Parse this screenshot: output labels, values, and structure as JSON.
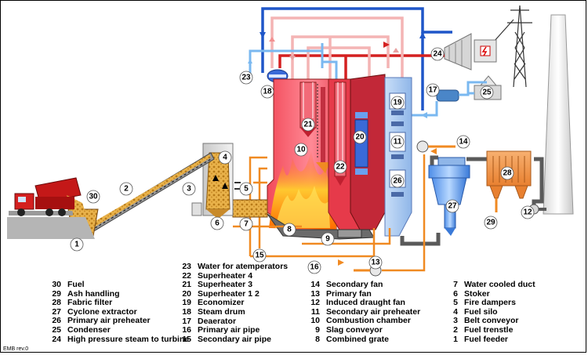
{
  "callouts": [
    {
      "n": "1"
    },
    {
      "n": "2"
    },
    {
      "n": "3"
    },
    {
      "n": "4"
    },
    {
      "n": "5"
    },
    {
      "n": "6"
    },
    {
      "n": "7"
    },
    {
      "n": "8"
    },
    {
      "n": "9"
    },
    {
      "n": "10"
    },
    {
      "n": "11"
    },
    {
      "n": "12"
    },
    {
      "n": "13"
    },
    {
      "n": "14"
    },
    {
      "n": "15"
    },
    {
      "n": "16"
    },
    {
      "n": "17"
    },
    {
      "n": "18"
    },
    {
      "n": "19"
    },
    {
      "n": "20"
    },
    {
      "n": "21"
    },
    {
      "n": "22"
    },
    {
      "n": "23"
    },
    {
      "n": "24"
    },
    {
      "n": "25"
    },
    {
      "n": "26"
    },
    {
      "n": "27"
    },
    {
      "n": "28"
    },
    {
      "n": "29"
    },
    {
      "n": "30"
    }
  ],
  "legend": {
    "col1": [
      {
        "n": "30",
        "label": "Fuel"
      },
      {
        "n": "29",
        "label": "Ash handling"
      },
      {
        "n": "28",
        "label": "Fabric filter"
      },
      {
        "n": "27",
        "label": "Cyclone extractor"
      },
      {
        "n": "26",
        "label": "Primary air preheater"
      },
      {
        "n": "25",
        "label": "Condenser"
      },
      {
        "n": "24",
        "label": "High pressure steam to turbine"
      }
    ],
    "col2": [
      {
        "n": "23",
        "label": "Water for atemperators"
      },
      {
        "n": "22",
        "label": "Superheater 4"
      },
      {
        "n": "21",
        "label": "Superheater 3"
      },
      {
        "n": "20",
        "label": "Superheater 1  2"
      },
      {
        "n": "19",
        "label": "Economizer"
      },
      {
        "n": "18",
        "label": "Steam drum"
      },
      {
        "n": "17",
        "label": "Deaerator"
      },
      {
        "n": "16",
        "label": "Primary air pipe"
      },
      {
        "n": "15",
        "label": "Secondary air pipe"
      }
    ],
    "col3": [
      {
        "n": "14",
        "label": "Secondary fan"
      },
      {
        "n": "13",
        "label": "Primary fan"
      },
      {
        "n": "12",
        "label": "Induced draught fan"
      },
      {
        "n": "11",
        "label": "Secondary air preheater"
      },
      {
        "n": "10",
        "label": "Combustion chamber"
      },
      {
        "n": "9",
        "label": "Slag conveyor"
      },
      {
        "n": "8",
        "label": "Combined grate"
      }
    ],
    "col4": [
      {
        "n": "7",
        "label": "Water cooled duct"
      },
      {
        "n": "6",
        "label": "Stoker"
      },
      {
        "n": "5",
        "label": "Fire dampers"
      },
      {
        "n": "4",
        "label": "Fuel silo"
      },
      {
        "n": "3",
        "label": "Belt conveyor"
      },
      {
        "n": "2",
        "label": "Fuel trenstle"
      },
      {
        "n": "1",
        "label": "Fuel feeder"
      }
    ]
  },
  "revision": "EMB rev.0",
  "colors": {
    "water": "#1f56c8",
    "lightwater": "#7ab8f0",
    "steam": "#d42020",
    "pinkpipe": "#f4b4b4",
    "orangeair": "#f08a22",
    "greyflue": "#5a5a5a",
    "boiler": "#e63a4a",
    "ducts": "#b8d4f4",
    "cyclone": "#6aa6f0",
    "filter": "#f29a4a"
  }
}
